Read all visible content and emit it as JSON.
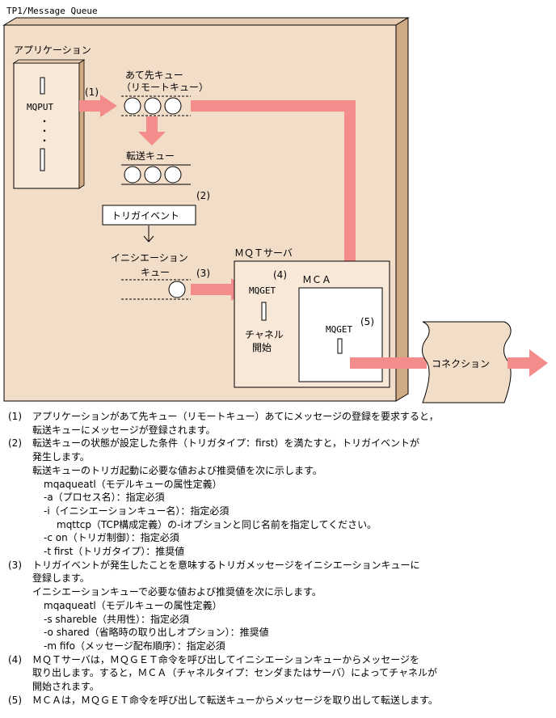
{
  "diagram": {
    "title": "TP1/Message Queue",
    "application_label": "アプリケーション",
    "mqput_label": "MQPUT",
    "step1": "(1)",
    "step2": "(2)",
    "step3": "(3)",
    "step4": "(4)",
    "step5": "(5)",
    "dest_queue_line1": "あて先キュー",
    "dest_queue_line2": "（リモートキュー）",
    "transfer_queue_label": "転送キュー",
    "trigger_event_label": "トリガイベント",
    "initiation_queue_line1": "イニシエーション",
    "initiation_queue_line2": "キュー",
    "mqt_server_label": "ＭＱＴサーバ",
    "mqget_label_1": "MQGET",
    "channel_start_line1": "チャネル",
    "channel_start_line2": "開始",
    "mca_label": "ＭＣＡ",
    "mqget_label_2": "MQGET",
    "connection_label": "コネクション"
  },
  "notes": [
    {
      "num": "(1)",
      "lines": [
        {
          "indent": 0,
          "text": "アプリケーションがあて先キュー（リモートキュー）あてにメッセージの登録を要求すると，"
        },
        {
          "indent": 0,
          "text": "転送キューにメッセージが登録されます。"
        }
      ]
    },
    {
      "num": "(2)",
      "lines": [
        {
          "indent": 0,
          "text": "転送キューの状態が設定した条件（トリガタイプ：first）を満たすと，トリガイベントが"
        },
        {
          "indent": 0,
          "text": "発生します。"
        },
        {
          "indent": 0,
          "text": "転送キューのトリガ起動に必要な値および推奨値を次に示します。"
        },
        {
          "indent": 1,
          "text": "mqaqueatl（モデルキューの属性定義）"
        },
        {
          "indent": 1,
          "text": "-a（プロセス名）：指定必須"
        },
        {
          "indent": 1,
          "text": "-i（イニシエーションキュー名）：指定必須"
        },
        {
          "indent": 2,
          "text": "mqttcp（TCP構成定義）の-iオプションと同じ名前を指定してください。"
        },
        {
          "indent": 1,
          "text": "-c on（トリガ制御）：指定必須"
        },
        {
          "indent": 1,
          "text": "-t first（トリガタイプ）：推奨値"
        }
      ]
    },
    {
      "num": "(3)",
      "lines": [
        {
          "indent": 0,
          "text": "トリガイベントが発生したことを意味するトリガメッセージをイニシエーションキューに"
        },
        {
          "indent": 0,
          "text": "登録します。"
        },
        {
          "indent": 0,
          "text": "イニシエーションキューで必要な値および推奨値を次に示します。"
        },
        {
          "indent": 1,
          "text": "mqaqueatl（モデルキューの属性定義）"
        },
        {
          "indent": 1,
          "text": "-s shareble（共用性）：指定必須"
        },
        {
          "indent": 1,
          "text": "-o shared（省略時の取り出しオプション）：推奨値"
        },
        {
          "indent": 1,
          "text": "-m fifo（メッセージ配布順序）：指定必須"
        }
      ]
    },
    {
      "num": "(4)",
      "lines": [
        {
          "indent": 0,
          "text": "ＭＱＴサーバは，ＭＱＧＥＴ命令を呼び出してイニシエーションキューからメッセージを"
        },
        {
          "indent": 0,
          "text": "取り出します。すると，ＭＣＡ（チャネルタイプ：センダまたはサーバ）によってチャネルが"
        },
        {
          "indent": 0,
          "text": "開始されます。"
        }
      ]
    },
    {
      "num": "(5)",
      "lines": [
        {
          "indent": 0,
          "text": "ＭＣＡは，ＭＱＧＥＴ命令を呼び出して転送キューからメッセージを取り出して転送します。"
        }
      ]
    }
  ]
}
